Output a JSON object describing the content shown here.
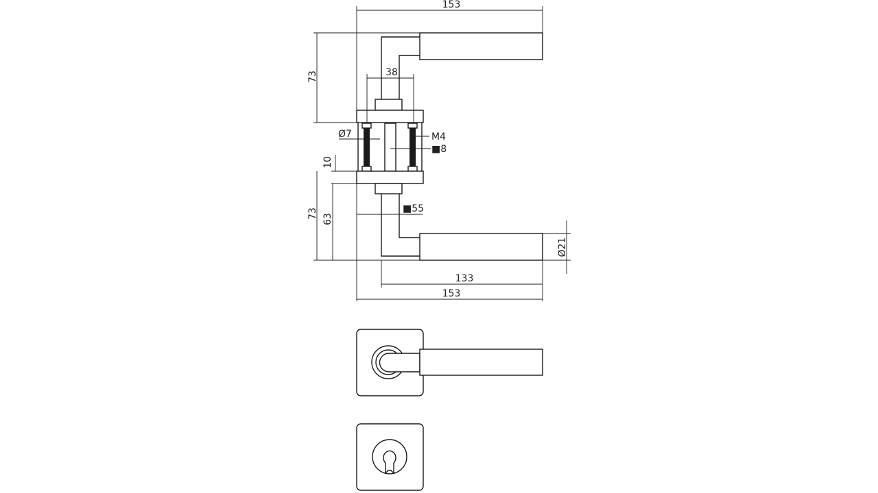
{
  "dimensions": {
    "overall_width_top": "153",
    "height_top": "73",
    "spindle_spacing": "38",
    "screw_diameter": "Ø7",
    "screw_thread": "M4",
    "spindle_square": "■8",
    "rose_thickness": "10",
    "height_bottom": "73",
    "lever_height": "63",
    "rose_square": "■55",
    "lever_diameter": "Ø21",
    "lever_length": "133",
    "overall_width_bottom": "153"
  }
}
